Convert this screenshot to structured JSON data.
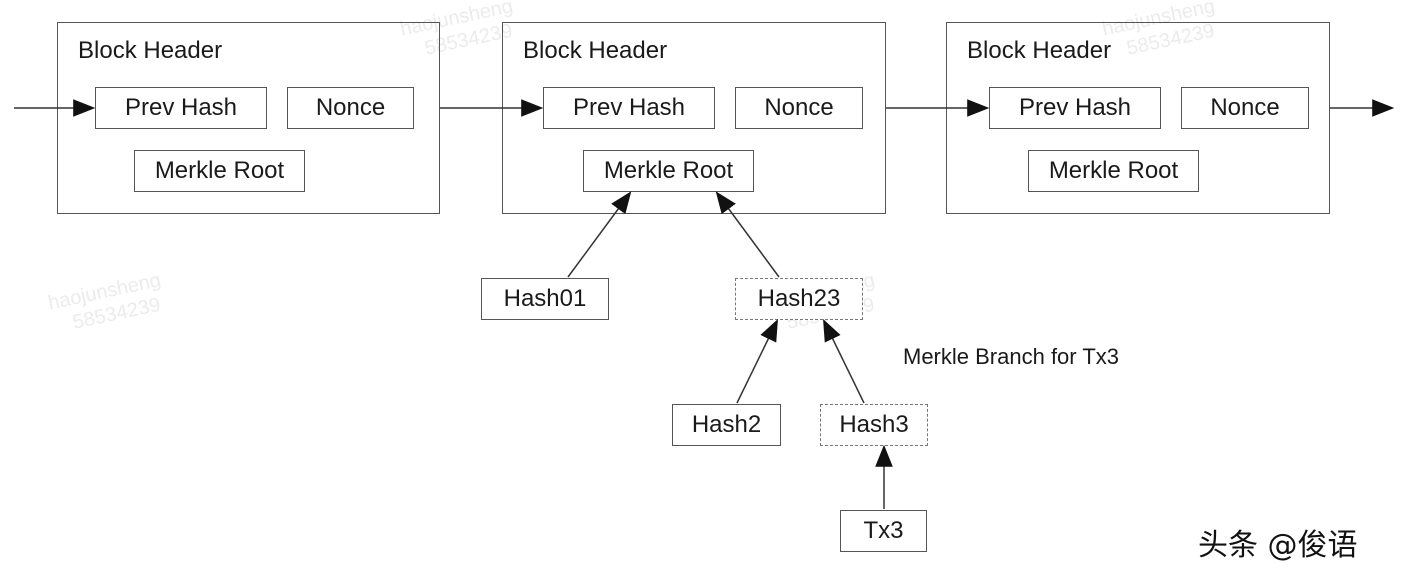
{
  "blocks": [
    {
      "title": "Block Header",
      "prev_hash": "Prev Hash",
      "nonce": "Nonce",
      "merkle_root": "Merkle Root"
    },
    {
      "title": "Block Header",
      "prev_hash": "Prev Hash",
      "nonce": "Nonce",
      "merkle_root": "Merkle Root"
    },
    {
      "title": "Block Header",
      "prev_hash": "Prev Hash",
      "nonce": "Nonce",
      "merkle_root": "Merkle Root"
    }
  ],
  "tree": {
    "hash01": "Hash01",
    "hash23": "Hash23",
    "hash2": "Hash2",
    "hash3": "Hash3",
    "tx3": "Tx3"
  },
  "caption": "Merkle Branch for Tx3",
  "brand": "头条 @俊语",
  "watermark": {
    "line1": "haojunsheng",
    "line2": "58534239"
  }
}
